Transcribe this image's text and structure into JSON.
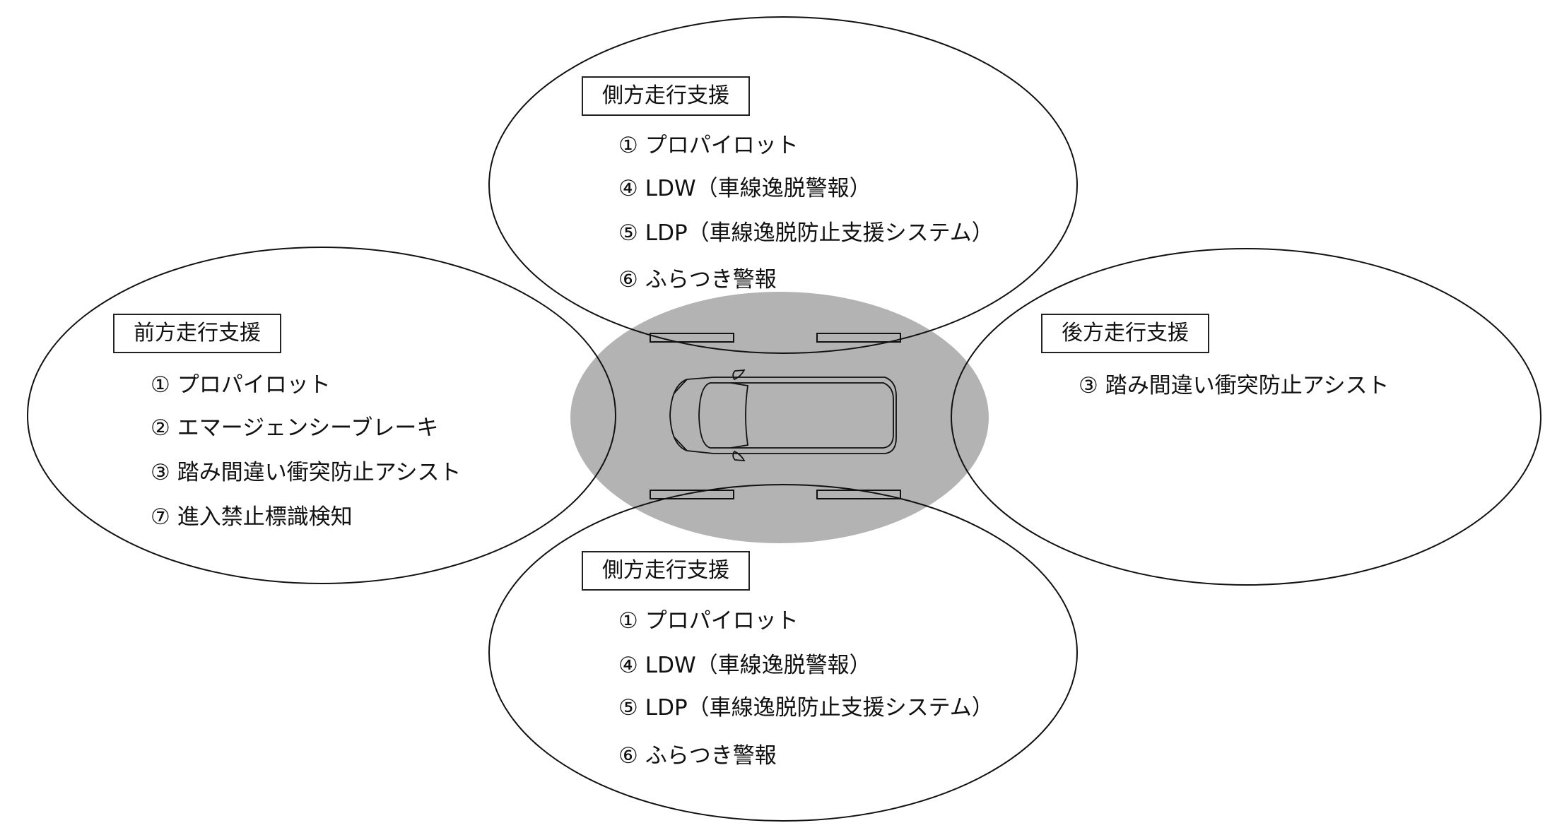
{
  "colors": {
    "zone_fill": "#b3b3b3",
    "line": "#111111"
  },
  "zones": {
    "top": {
      "title": "側方走行支援",
      "items": [
        {
          "num": "①",
          "label": "プロパイロット"
        },
        {
          "num": "④",
          "label": "LDW（車線逸脱警報）"
        },
        {
          "num": "⑤",
          "label": "LDP（車線逸脱防止支援システム）"
        },
        {
          "num": "⑥",
          "label": "ふらつき警報"
        }
      ]
    },
    "front": {
      "title": "前方走行支援",
      "items": [
        {
          "num": "①",
          "label": "プロパイロット"
        },
        {
          "num": "②",
          "label": "エマージェンシーブレーキ"
        },
        {
          "num": "③",
          "label": "踏み間違い衝突防止アシスト"
        },
        {
          "num": "⑦",
          "label": "進入禁止標識検知"
        }
      ]
    },
    "rear": {
      "title": "後方走行支援",
      "items": [
        {
          "num": "③",
          "label": "踏み間違い衝突防止アシスト"
        }
      ]
    },
    "bottom": {
      "title": "側方走行支援",
      "items": [
        {
          "num": "①",
          "label": "プロパイロット"
        },
        {
          "num": "④",
          "label": "LDW（車線逸脱警報）"
        },
        {
          "num": "⑤",
          "label": "LDP（車線逸脱防止支援システム）"
        },
        {
          "num": "⑥",
          "label": "ふらつき警報"
        }
      ]
    }
  }
}
